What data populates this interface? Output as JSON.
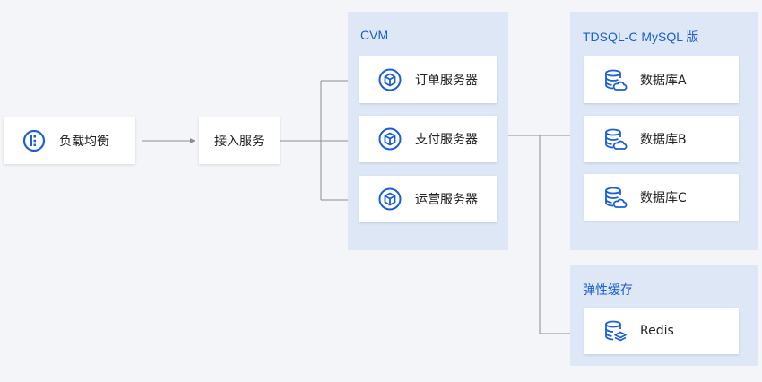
{
  "nodes": {
    "load_balancer": "负载均衡",
    "access_service": "接入服务",
    "cvm": {
      "title": "CVM",
      "servers": [
        "订单服务器",
        "支付服务器",
        "运营服务器"
      ]
    },
    "tdsql": {
      "title": "TDSQL-C MySQL 版",
      "databases": [
        "数据库A",
        "数据库B",
        "数据库C"
      ]
    },
    "cache": {
      "title": "弹性缓存",
      "item": "Redis"
    }
  },
  "icons": {
    "load_balancer": "load-balancer-icon",
    "server": "cvm-server-icon",
    "database": "cloud-database-icon",
    "redis": "redis-icon"
  },
  "colors": {
    "accent": "#1b5fd1",
    "group_bg": "#dde7f6",
    "arrow": "#8a8f99"
  }
}
